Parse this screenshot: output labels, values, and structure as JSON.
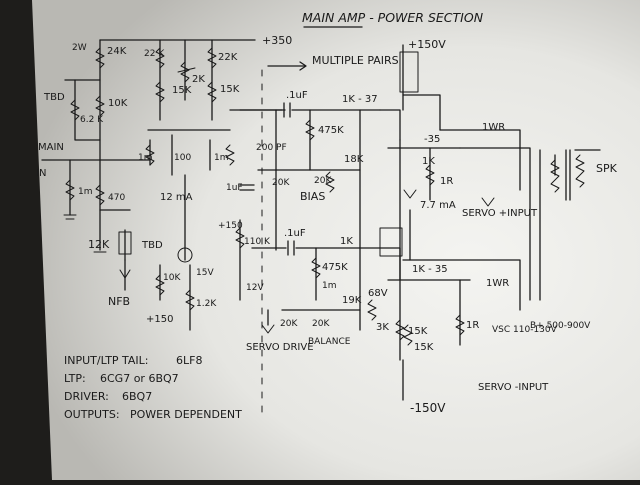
{
  "diagram": {
    "title": "MAIN AMP - POWER SECTION",
    "rails": {
      "b350": "+350",
      "b150": "+150V",
      "bneg150": "-150V"
    },
    "annotations": {
      "multiple_pairs": "MULTIPLE PAIRS"
    },
    "input_section": {
      "main": "MAIN",
      "in": "IN",
      "r_2w": "2W",
      "r_24k": "24K",
      "tbd1": "TBD",
      "r_62k": "6.2 K",
      "r_10k": "10K",
      "r_1m": "1m",
      "r_470": "470",
      "r_12k": "12K",
      "tbd2": "TBD",
      "nfb": "NFB"
    },
    "ltp_section": {
      "r_22k_a": "22 K",
      "r_2k": "2K",
      "r_22k_b": "22K",
      "r_15k_a": "15K",
      "r_15k_b": "15K",
      "r_1m": "1m",
      "v_100": "100",
      "r_1m_b": "1m",
      "i_12ma": "12 mA",
      "b150_label": "+150",
      "r_10k": "10K",
      "v_15v": "15V",
      "r_12k": "1.2K",
      "plus150": "+150"
    },
    "driver_section": {
      "c_1uf_a": ".1uF",
      "r_1k_37": "1K - 37",
      "r_475k_a": "475K",
      "c_200pf": "200 PF",
      "r_20k_a": "20K",
      "r_20k_b": "20K",
      "bias": "BIAS",
      "r_18k": "18K",
      "c_1uf_b": "1uF",
      "r_110k": "110 K",
      "v_12v": "12V",
      "c_1uf_c": ".1uF",
      "r_1k": "1K",
      "r_475k_b": "475K",
      "r_1m": "1m",
      "r_19k": "19K",
      "v_68v": "68V",
      "r_3k": "3K",
      "r_20k_c": "20K",
      "r_20k_d": "20K",
      "servo_drive": "SERVO DRIVE",
      "balance": "BALANCE"
    },
    "output_section": {
      "r_35_a": "-35",
      "r_1wr_a": "1WR",
      "r_1k_a": "1K",
      "r_1r_a": "1R",
      "i_77ma": "7.7 mA",
      "servo_plus": "SERVO +INPUT",
      "r_15k_a": "15K",
      "r_15k_b": "15K",
      "r_1k_35": "1K - 35",
      "r_1wr_b": "1WR",
      "r_1r_b": "1R",
      "servo_minus": "SERVO -INPUT",
      "vsc": "VSC 110-130V",
      "bt": "B+ 500-900V",
      "spk": "SPK"
    },
    "notes": [
      {
        "label": "INPUT/LTP TAIL:",
        "value": "6LF8"
      },
      {
        "label": "LTP:",
        "value": "6CG7 or 6BQ7"
      },
      {
        "label": "DRIVER:",
        "value": "6BQ7"
      },
      {
        "label": "OUTPUTS:",
        "value": "POWER DEPENDENT"
      }
    ]
  }
}
